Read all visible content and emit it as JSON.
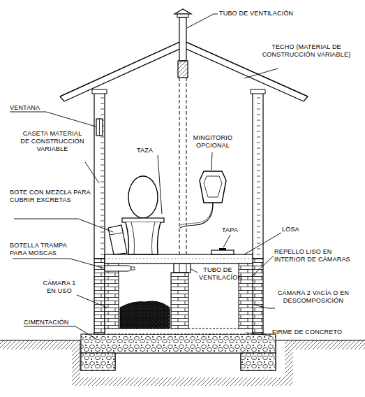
{
  "diagram": {
    "labels": [
      "TUBO DE VENTILACIÓN",
      "TECHO (MATERIAL DE CONSTRUCCIÓN VARIABLE)",
      "VENTANA",
      "CASETA MATERIAL DE CONSTRUCCIÓN VARIABLE",
      "TAZA",
      "MINGITORIO OPCIONAL",
      "BOTE CON MEZCLA PARA CUBRIR EXCRETAS",
      "TAPA",
      "LOSA",
      "BOTELLA TRAMPA PARA MOSCAS",
      "REPELLO LISO EN INTERIOR DE CÁMARAS",
      "TUBO DE VENTILACÍON",
      "CÁMARA 1 EN USO",
      "CÁMARA 2 VACÍA O EN DESCOMPOSICIÓN",
      "CIMENTACIÓN",
      "FIRME DE CONCRETO"
    ]
  }
}
